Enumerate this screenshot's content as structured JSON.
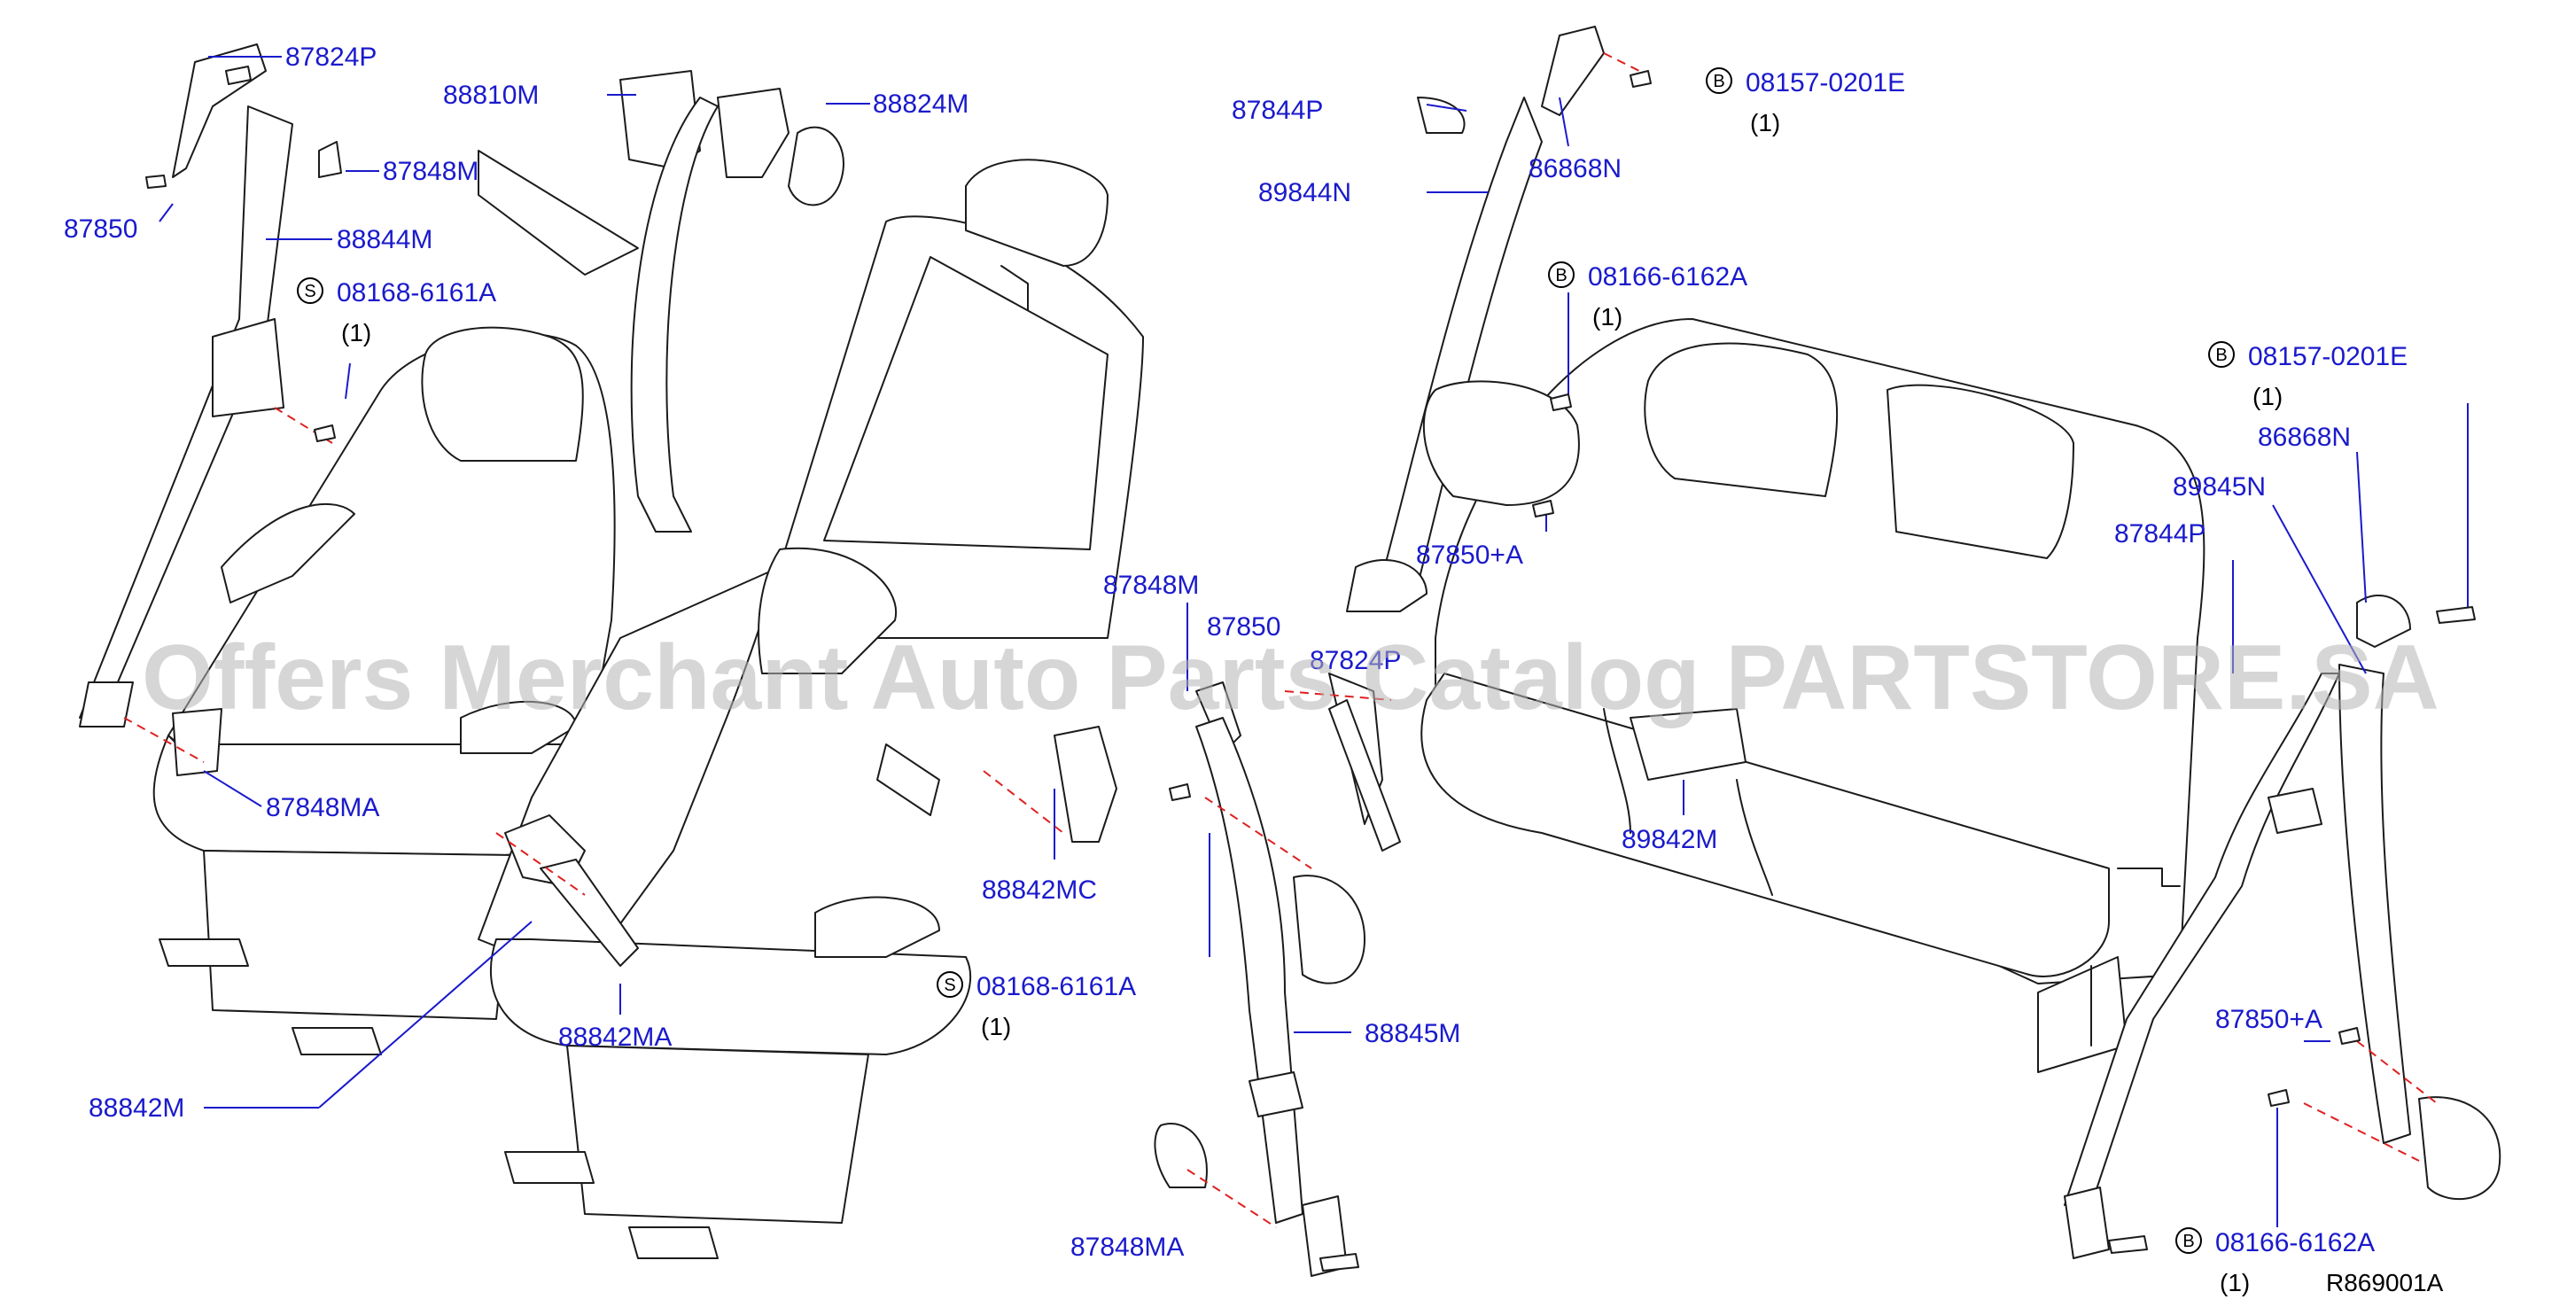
{
  "diagram": {
    "reference_code": "R869001A",
    "watermark": "Offers Merchant Auto Parts Catalog PARTSTORE.SA",
    "colors": {
      "label": "#1a1acc",
      "dashed_leader": "#e02020",
      "linework": "#1b1b1b",
      "watermark": "#b4b4b4"
    },
    "labels": [
      {
        "text": "87824P"
      },
      {
        "text": "88810M"
      },
      {
        "text": "88824M"
      },
      {
        "text": "87848M"
      },
      {
        "text": "87850"
      },
      {
        "text": "88844M"
      },
      {
        "text": "08168-6161A",
        "prefix": "S",
        "qty": "(1)"
      },
      {
        "text": "87848MA"
      },
      {
        "text": "88842MA"
      },
      {
        "text": "88842M"
      },
      {
        "text": "87844P"
      },
      {
        "text": "86868N"
      },
      {
        "text": "08157-0201E",
        "prefix": "B",
        "qty": "(1)"
      },
      {
        "text": "89844N"
      },
      {
        "text": "08166-6162A",
        "prefix": "B",
        "qty": "(1)"
      },
      {
        "text": "87850+A"
      },
      {
        "text": "87848M"
      },
      {
        "text": "87850"
      },
      {
        "text": "87824P"
      },
      {
        "text": "88842MC"
      },
      {
        "text": "08168-6161A",
        "prefix": "S",
        "qty": "(1)"
      },
      {
        "text": "88845M"
      },
      {
        "text": "87848MA"
      },
      {
        "text": "89842M"
      },
      {
        "text": "08157-0201E",
        "prefix": "B",
        "qty": "(1)"
      },
      {
        "text": "86868N"
      },
      {
        "text": "89845N"
      },
      {
        "text": "87844P"
      },
      {
        "text": "87850+A"
      },
      {
        "text": "08166-6162A",
        "prefix": "B",
        "qty": "(1)"
      }
    ]
  }
}
